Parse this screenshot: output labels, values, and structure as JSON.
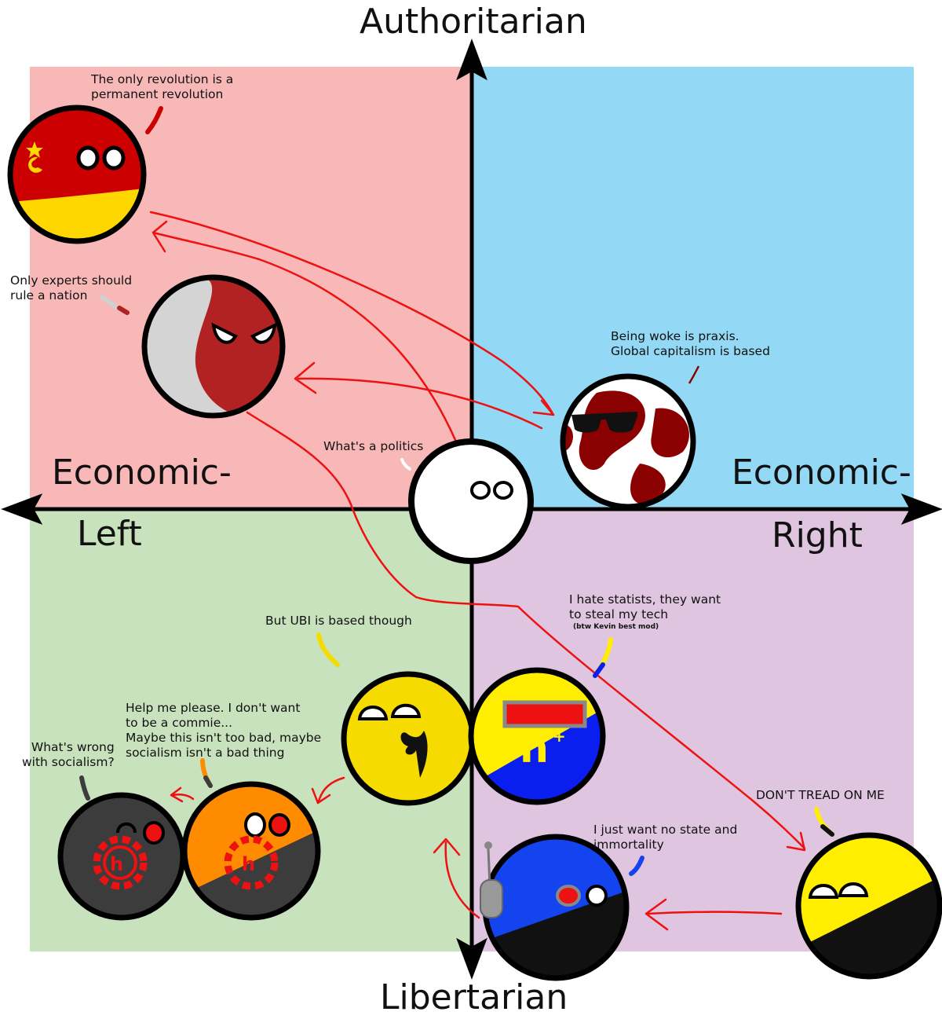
{
  "axes": {
    "top": "Authoritarian",
    "bottom": "Libertarian",
    "left_top": "Economic-",
    "left_bottom": "Left",
    "right_top": "Economic-",
    "right_bottom": "Right"
  },
  "quadrant_colors": {
    "auth_left": "#f8b8b8",
    "auth_right": "#93d8f5",
    "lib_left": "#c8e2bd",
    "lib_right": "#dfc5e0"
  },
  "speech": {
    "trotskyist": "The only revolution is a\npermanent revolution",
    "technocrat": "Only experts should\nrule a nation",
    "woke_capitalist": "Being woke is praxis.\nGlobal capitalism is based",
    "centrist": "What's a politics",
    "ubi": "But UBI is based though",
    "libertarian_transhumanist": "I hate statists, they want\nto steal my tech",
    "libertarian_transhumanist_note": "(btw Kevin best mod)",
    "converting_transhumanist": "Help me please. I don't want\nto be a commie...\nMaybe this isn't too bad, maybe\nsocialism isn't a bad thing",
    "socialist_transhumanist": "What's wrong\nwith socialism?",
    "ancap": "DON'T TREAD ON ME",
    "anarcho_transhumanist": "I just want no state and\nimmortality"
  },
  "arrow_color": "#ee1111"
}
